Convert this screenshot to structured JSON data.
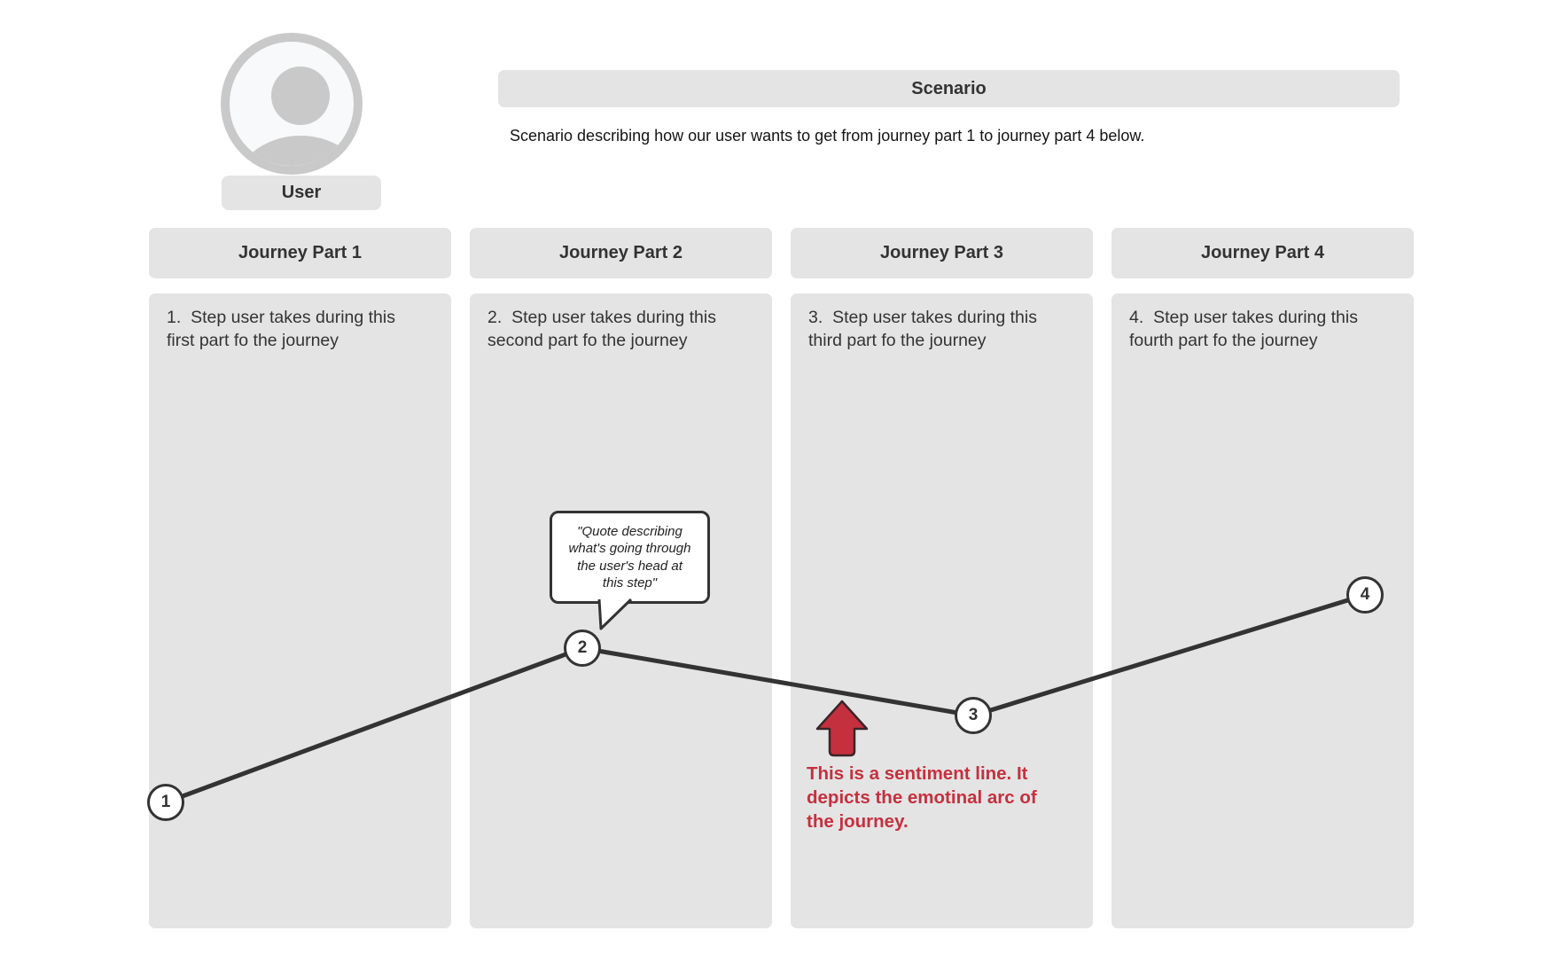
{
  "user": {
    "label": "User"
  },
  "scenario": {
    "title": "Scenario",
    "description": "Scenario describing how our user wants to get from journey part 1 to journey part 4 below."
  },
  "columns": [
    {
      "header": "Journey Part 1",
      "step": "1.  Step user takes during this\nfirst part fo the journey"
    },
    {
      "header": "Journey Part 2",
      "step": "2.  Step user takes during this\nsecond part fo the journey"
    },
    {
      "header": "Journey Part 3",
      "step": "3.  Step user takes during this\nthird part fo the journey"
    },
    {
      "header": "Journey Part 4",
      "step": "4.  Step user takes during this\nfourth part fo the journey"
    }
  ],
  "quote_bubble": {
    "text": "\"Quote describing\nwhat's going through\nthe user's head at\nthis step\""
  },
  "sentiment": {
    "points": [
      {
        "n": "1"
      },
      {
        "n": "2"
      },
      {
        "n": "3"
      },
      {
        "n": "4"
      }
    ],
    "annotation": "This is a sentiment line. It\ndepicts the emotinal arc of\nthe journey.",
    "line_color": "#333333",
    "accent_color": "#c5303e"
  }
}
